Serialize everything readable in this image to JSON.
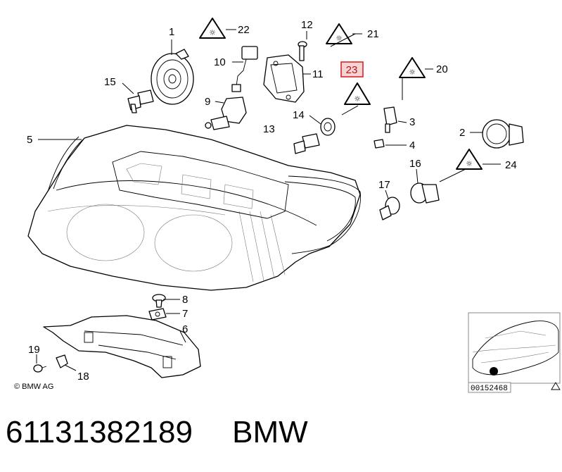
{
  "labels": {
    "p1": "1",
    "p2": "2",
    "p3": "3",
    "p4": "4",
    "p5": "5",
    "p6": "6",
    "p7": "7",
    "p8": "8",
    "p9": "9",
    "p10": "10",
    "p11": "11",
    "p12": "12",
    "p13": "13",
    "p14": "14",
    "p15": "15",
    "p16": "16",
    "p17": "17",
    "p18": "18",
    "p19": "19",
    "p20": "20",
    "p21": "21",
    "p22": "22",
    "p23": "23",
    "p24": "24"
  },
  "highlighted_label": "23",
  "copyright": "© BMW AG",
  "thumbnail_id": "00152468",
  "caption": {
    "part_number": "61131382189",
    "brand": "BMW"
  },
  "colors": {
    "highlight_border": "#d9262a",
    "highlight_fill": "#f7d4d4"
  }
}
